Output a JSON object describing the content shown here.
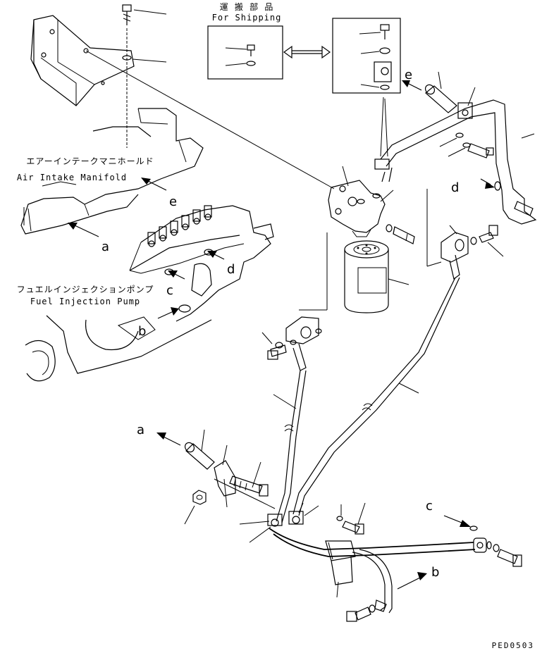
{
  "shipping": {
    "jp": "運 搬 部 品",
    "en": "For Shipping"
  },
  "manifold": {
    "jp": "エアーインテークマニホールド",
    "en": "Air Intake Manifold"
  },
  "pump": {
    "jp": "フュエルインジェクションポンプ",
    "en": "Fuel Injection Pump"
  },
  "refs": {
    "a": "a",
    "b": "b",
    "c": "c",
    "d": "d",
    "e": "e"
  },
  "drawing_code": "PED0503"
}
